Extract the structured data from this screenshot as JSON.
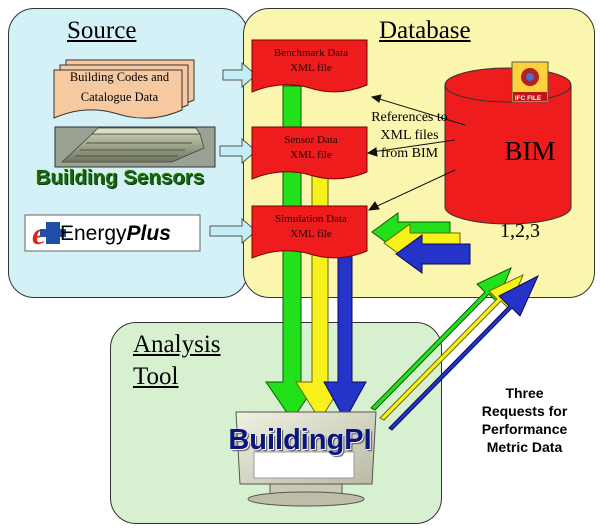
{
  "source": {
    "title": "Source",
    "codes_line1": "Building Codes and",
    "codes_line2": "Catalogue Data",
    "sensors_label": "Building Sensors",
    "energyplus_regular": "Energy",
    "energyplus_bold": "Plus"
  },
  "database": {
    "title": "Database",
    "files": [
      {
        "line1": "Benchmark Data",
        "line2": "XML file"
      },
      {
        "line1": "Sensor Data",
        "line2": "XML file"
      },
      {
        "line1": "Simulation Data",
        "line2": "XML file"
      }
    ],
    "references_lines": [
      "References to",
      "XML files",
      "from BIM"
    ],
    "bim_label": "BIM",
    "ifc_label": "IFC FILE",
    "requests_label": "1,2,3"
  },
  "analysis": {
    "title_line1": "Analysis",
    "title_line2": "Tool",
    "app_name": "BuildingPI"
  },
  "requests_note": [
    "Three",
    "Requests for",
    "Performance",
    "Metric Data"
  ],
  "colors": {
    "source_bg": "#d3f1f6",
    "database_bg": "#fbf6ad",
    "analysis_bg": "#d7f0d0",
    "xml_red": "#ee1c1c",
    "codes_orange": "#f7c9a0",
    "arrow_green": "#22e01a",
    "arrow_yellow": "#f7f21c",
    "arrow_blue": "#2433c8"
  },
  "icons": [
    "energyplus-logo-icon",
    "building-sensors-icon",
    "database-cylinder-icon",
    "ifc-file-icon",
    "computer-monitor-icon"
  ]
}
